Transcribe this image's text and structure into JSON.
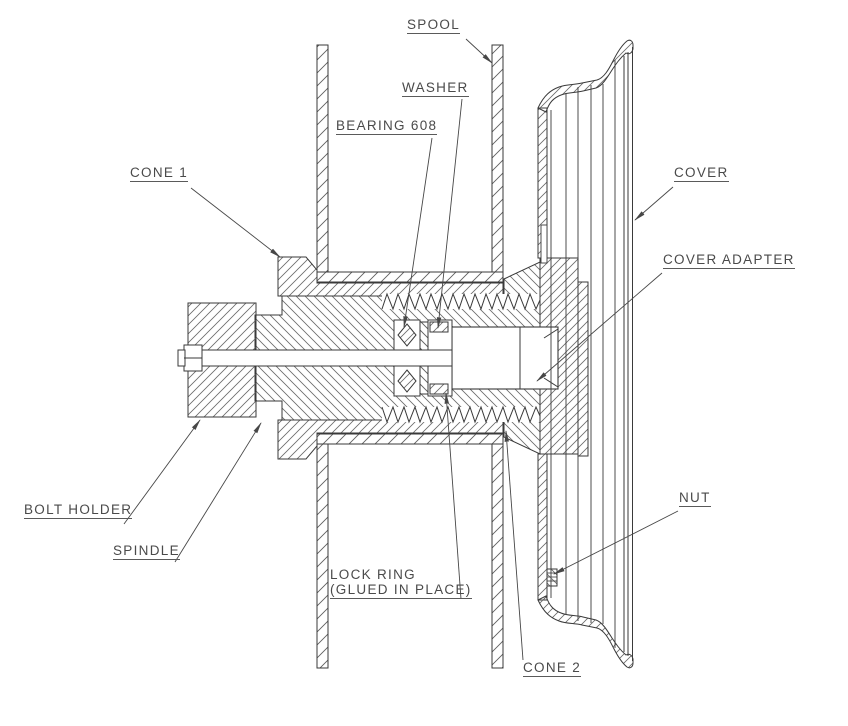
{
  "drawing": {
    "type": "technical-section-drawing",
    "background_color": "#ffffff",
    "line_color": "#3a3a3a",
    "hatch_color": "#6a6a6a",
    "label_color": "#4a4a4a",
    "labels": {
      "spool": "SPOOL",
      "washer": "WASHER",
      "bearing": "BEARING 608",
      "cone1": "CONE 1",
      "cover": "COVER",
      "cover_adapter": "COVER ADAPTER",
      "bolt_holder": "BOLT HOLDER",
      "spindle": "SPINDLE",
      "lock_ring_line1": "LOCK RING",
      "lock_ring_line2": "(GLUED IN PLACE)",
      "nut": "NUT",
      "cone2": "CONE 2"
    }
  }
}
